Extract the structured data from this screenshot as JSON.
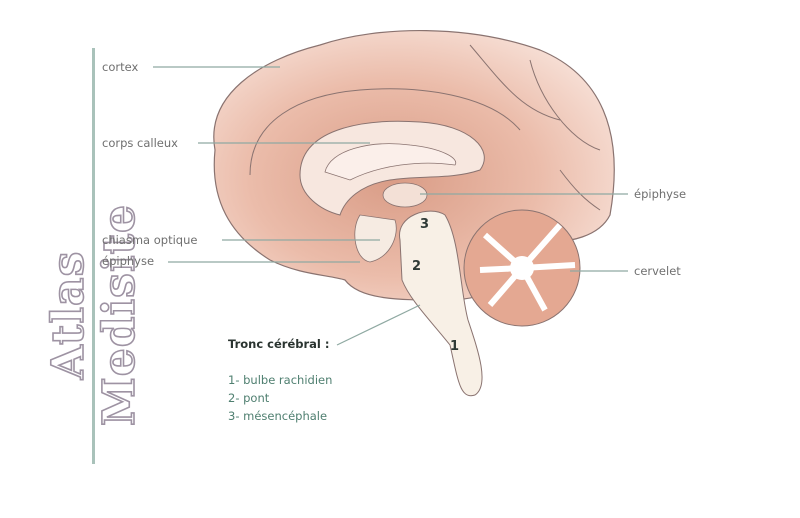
{
  "watermark": "Atlas Medisite",
  "labels": {
    "cortex": "cortex",
    "corps_calleux": "corps calleux",
    "chiasma_optique": "chiasma optique",
    "epiphyse_left": "épiphyse",
    "epiphyse_right": "épiphyse",
    "cervelet": "cervelet"
  },
  "numbers": [
    "1",
    "2",
    "3"
  ],
  "legend": {
    "title": "Tronc cérébral :",
    "items": [
      "1- bulbe rachidien",
      "2- pont",
      "3- mésencéphale"
    ]
  },
  "colors": {
    "cortex": "#e9b9a6",
    "inner": "#f7e2da",
    "stem": "#f8f0e6",
    "line": "#8fa9a2",
    "legend": "#4f7f70"
  }
}
